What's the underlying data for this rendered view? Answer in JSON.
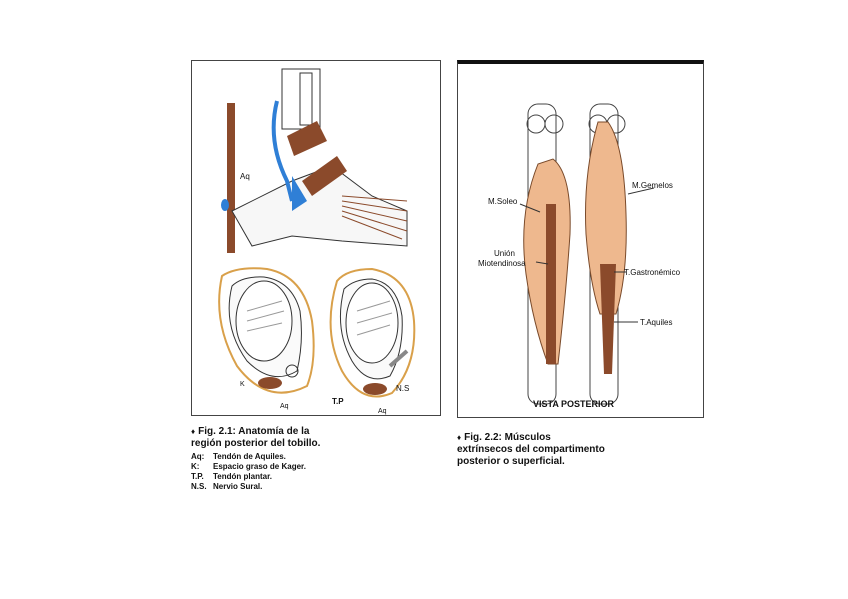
{
  "figure1": {
    "labels": {
      "aq_foot": "Aq",
      "k": "K",
      "aq_left": "Aq",
      "tp": "T.P",
      "ns": "N.S",
      "aq_right": "Aq"
    },
    "caption": {
      "marker": "♦",
      "title_line1": "Fig. 2.1: Anatomía de la",
      "title_line2": "región posterior del tobillo.",
      "abbreviations": [
        {
          "key": "Aq:",
          "text": "Tendón de Aquiles."
        },
        {
          "key": "K:",
          "text": "Espacio graso de Kager."
        },
        {
          "key": "T.P.",
          "text": "Tendón plantar."
        },
        {
          "key": "N.S.",
          "text": "Nervio Sural."
        }
      ]
    }
  },
  "figure2": {
    "labels": {
      "soleo": "M.Soleo",
      "gemelos": "M.Gemelos",
      "union1": "Unión",
      "union2": "Miotendinosa",
      "gastro": "T.Gastronémico",
      "aquiles": "T.Aquiles",
      "vista": "VISTA POSTERIOR"
    },
    "caption": {
      "marker": "♦",
      "line1": "Fig. 2.2: Músculos",
      "line2": "extrínsecos del compartimento",
      "line3": "posterior o superficial."
    }
  },
  "colors": {
    "tendon_brown": "#8b4a2b",
    "muscle_peach": "#eeb88e",
    "nerve_blue": "#2f7fd6",
    "fat_orange": "#d9a04a"
  }
}
